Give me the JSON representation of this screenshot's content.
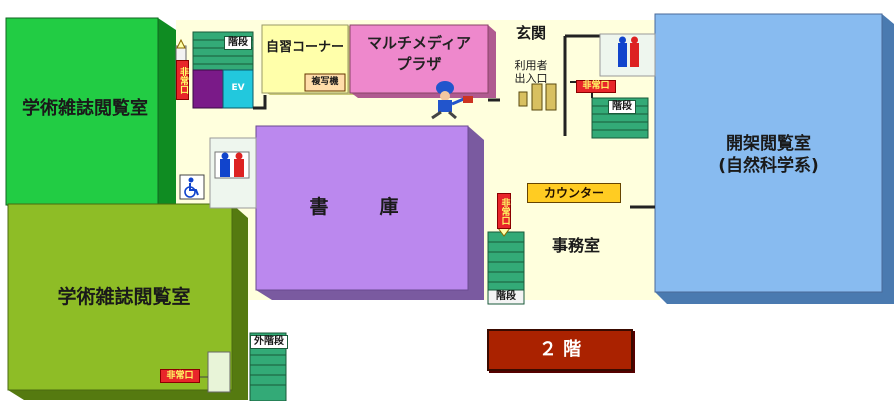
{
  "rooms": {
    "academic_journals_upper": "学術雑誌閲覧室",
    "academic_journals_lower": "学術雑誌閲覧室",
    "self_study_corner": "自習コーナー",
    "copy_machine": "複写機",
    "multimedia_plaza_line1": "マルチメディア",
    "multimedia_plaza_line2": "プラザ",
    "stacks": "書　庫",
    "open_stacks_line1": "開架閲覧室",
    "open_stacks_line2": "(自然科学系)",
    "office": "事務室",
    "entrance": "玄関",
    "user_entrance_line1": "利用者",
    "user_entrance_line2": "出入口",
    "counter": "カウンター"
  },
  "stairs": {
    "top_stair": "階段",
    "right_stair": "階段",
    "middle_stair": "階段",
    "outer_stair": "外階段"
  },
  "emergency_exits": {
    "exit_top_left": "非常口",
    "exit_right": "非常口",
    "exit_middle": "非常口",
    "exit_bottom": "非常口"
  },
  "elevator": "EV",
  "floor_label": "２ 階",
  "colors": {
    "green_room": "#22cc44",
    "olive_room": "#88bb22",
    "stacks_room": "#bb88ee",
    "open_stacks_room": "#88bbf0",
    "multimedia_room": "#ee88cc",
    "self_study_room": "#ffffaa",
    "floor": "#ffffdd",
    "stair_green": "#33aa77",
    "floor_button": "#aa2200"
  }
}
